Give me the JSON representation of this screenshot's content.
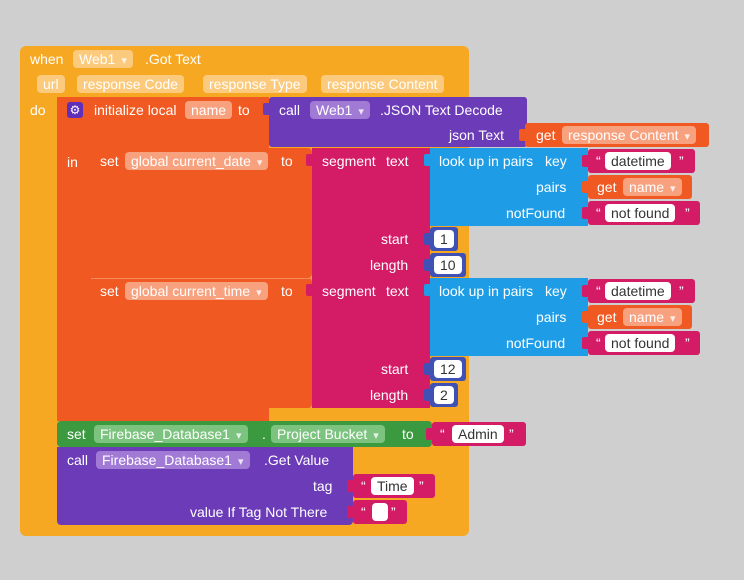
{
  "event": {
    "when": "when",
    "component": "Web1",
    "event_name": ".Got Text",
    "params": [
      "url",
      "response Code",
      "response Type",
      "response Content"
    ],
    "do": "do"
  },
  "local": {
    "label": "initialize local",
    "var_name": "name",
    "to": "to",
    "in": "in"
  },
  "json_decode": {
    "call": "call",
    "component": "Web1",
    "method": ".JSON Text Decode",
    "arg": "json Text",
    "get": "get",
    "get_var": "response Content"
  },
  "set_date": {
    "set": "set",
    "var": "global current_date",
    "to": "to",
    "segment": "segment",
    "text": "text",
    "lookup": "look up in pairs",
    "key": "key",
    "key_value": "datetime",
    "pairs": "pairs",
    "pairs_get": "get",
    "pairs_var": "name",
    "notFound": "notFound",
    "notfound_value": "not found",
    "start": "start",
    "start_value": "1",
    "length": "length",
    "length_value": "10"
  },
  "set_time": {
    "set": "set",
    "var": "global current_time",
    "to": "to",
    "segment": "segment",
    "text": "text",
    "lookup": "look up in pairs",
    "key": "key",
    "key_value": "datetime",
    "pairs": "pairs",
    "pairs_get": "get",
    "pairs_var": "name",
    "notFound": "notFound",
    "notfound_value": "not found",
    "start": "start",
    "start_value": "12",
    "length": "length",
    "length_value": "2"
  },
  "firebase_set": {
    "set": "set",
    "component": "Firebase_Database1",
    "dot": ".",
    "property": "Project Bucket",
    "to": "to",
    "value": "Admin"
  },
  "firebase_get": {
    "call": "call",
    "component": "Firebase_Database1",
    "method": ".Get Value",
    "tag": "tag",
    "tag_value": "Time",
    "value_label": "value If Tag Not There",
    "value_value": ""
  },
  "colors": {
    "event": "#f7a823",
    "event_field": "#fcca7c",
    "local": "#f05a22",
    "local_field": "#f8a17e",
    "procedure": "#6c3bb8",
    "procedure_field": "#a17ad6",
    "segment": "#d31b66",
    "lookup": "#1e9de6",
    "number": "#3f51b5",
    "firebase": "#3b9a3f",
    "firebase_field": "#7cc37f"
  }
}
